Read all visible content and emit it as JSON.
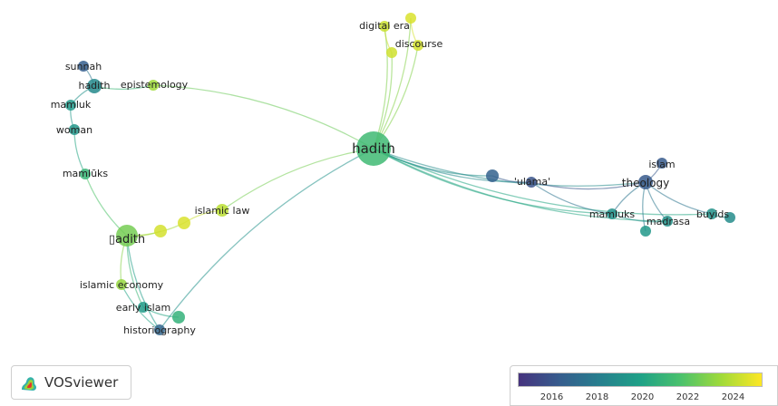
{
  "app": {
    "name": "VOSviewer",
    "icon": "vosviewer-logo-icon"
  },
  "network": {
    "nodes": [
      {
        "id": "hadith_main",
        "label": "hadith",
        "year": 2021.3,
        "weight": 5
      },
      {
        "id": "digital_era",
        "label": "digital era",
        "year": 2024.3,
        "weight": 1
      },
      {
        "id": "digital_era_b",
        "label": "",
        "year": 2024.6,
        "weight": 1
      },
      {
        "id": "discourse",
        "label": "discourse",
        "year": 2024.4,
        "weight": 1
      },
      {
        "id": "discourse_b",
        "label": "",
        "year": 2024.5,
        "weight": 1
      },
      {
        "id": "sunnah",
        "label": "sunnah",
        "year": 2016.4,
        "weight": 1
      },
      {
        "id": "hadith_small",
        "label": "hadith",
        "year": 2018.7,
        "weight": 2
      },
      {
        "id": "epistemology",
        "label": "epistemology",
        "year": 2023.5,
        "weight": 1
      },
      {
        "id": "mamluk",
        "label": "mamluk",
        "year": 2019.5,
        "weight": 1
      },
      {
        "id": "woman",
        "label": "woman",
        "year": 2019.3,
        "weight": 1
      },
      {
        "id": "mamluks_left",
        "label": "mamlūks",
        "year": 2021.0,
        "weight": 1
      },
      {
        "id": "islamic_law",
        "label": "islamic law",
        "year": 2024.0,
        "weight": 1
      },
      {
        "id": "il_b",
        "label": "",
        "year": 2024.6,
        "weight": 1
      },
      {
        "id": "il_c",
        "label": "",
        "year": 2024.5,
        "weight": 1
      },
      {
        "id": "hadith_special",
        "label": "▯adith",
        "year": 2022.6,
        "weight": 3
      },
      {
        "id": "islamic_economy",
        "label": "islamic economy",
        "year": 2023.3,
        "weight": 1
      },
      {
        "id": "early_islam",
        "label": "early islam",
        "year": 2019.6,
        "weight": 1
      },
      {
        "id": "historiography",
        "label": "historiography",
        "year": 2016.8,
        "weight": 1
      },
      {
        "id": "hist_b",
        "label": "",
        "year": 2020.8,
        "weight": 1
      },
      {
        "id": "ulama_b",
        "label": "",
        "year": 2016.6,
        "weight": 1
      },
      {
        "id": "ulama",
        "label": "'ulama'",
        "year": 2015.9,
        "weight": 1
      },
      {
        "id": "theology",
        "label": "theology",
        "year": 2016.2,
        "weight": 2
      },
      {
        "id": "islam",
        "label": "islam",
        "year": 2016.2,
        "weight": 1
      },
      {
        "id": "mamluks_right",
        "label": "mamluks",
        "year": 2019.0,
        "weight": 1
      },
      {
        "id": "madrasa",
        "label": "madrasa",
        "year": 2019.1,
        "weight": 1
      },
      {
        "id": "madrasa_b",
        "label": "",
        "year": 2019.4,
        "weight": 1
      },
      {
        "id": "buyids",
        "label": "buyids",
        "year": 2019.0,
        "weight": 1
      },
      {
        "id": "buyids_b",
        "label": "",
        "year": 2018.8,
        "weight": 1
      }
    ],
    "links": [
      [
        "hadith_main",
        "digital_era"
      ],
      [
        "hadith_main",
        "digital_era_b"
      ],
      [
        "hadith_main",
        "discourse"
      ],
      [
        "hadith_main",
        "discourse_b"
      ],
      [
        "hadith_main",
        "epistemology"
      ],
      [
        "hadith_main",
        "islamic_law"
      ],
      [
        "hadith_main",
        "historiography"
      ],
      [
        "hadith_main",
        "ulama_b"
      ],
      [
        "hadith_main",
        "ulama"
      ],
      [
        "hadith_main",
        "theology"
      ],
      [
        "hadith_main",
        "buyids"
      ],
      [
        "hadith_main",
        "mamluks_right"
      ],
      [
        "hadith_main",
        "madrasa"
      ],
      [
        "digital_era",
        "discourse"
      ],
      [
        "digital_era_b",
        "discourse_b"
      ],
      [
        "hadith_small",
        "sunnah"
      ],
      [
        "hadith_small",
        "epistemology"
      ],
      [
        "hadith_small",
        "mamluk"
      ],
      [
        "mamluk",
        "woman"
      ],
      [
        "woman",
        "mamluks_left"
      ],
      [
        "mamluks_left",
        "hadith_special"
      ],
      [
        "hadith_special",
        "il_c"
      ],
      [
        "hadith_special",
        "il_b"
      ],
      [
        "hadith_special",
        "islamic_economy"
      ],
      [
        "hadith_special",
        "early_islam"
      ],
      [
        "hadith_special",
        "historiography"
      ],
      [
        "islamic_law",
        "il_b"
      ],
      [
        "early_islam",
        "hist_b"
      ],
      [
        "islamic_economy",
        "historiography"
      ],
      [
        "ulama_b",
        "ulama"
      ],
      [
        "ulama",
        "theology"
      ],
      [
        "theology",
        "islam"
      ],
      [
        "theology",
        "mamluks_right"
      ],
      [
        "theology",
        "madrasa"
      ],
      [
        "theology",
        "buyids"
      ],
      [
        "theology",
        "madrasa_b"
      ],
      [
        "buyids",
        "buyids_b"
      ],
      [
        "mamluks_right",
        "madrasa"
      ],
      [
        "ulama",
        "mamluks_right"
      ]
    ]
  },
  "legend": {
    "min_year": 2014.5,
    "max_year": 2025.3,
    "ticks": [
      "2016",
      "2018",
      "2020",
      "2022",
      "2024"
    ],
    "tick_years": [
      2016,
      2018,
      2020,
      2022,
      2024
    ],
    "colors": [
      "#46337e",
      "#365c8d",
      "#277f8e",
      "#1fa187",
      "#4ac16d",
      "#a0da39",
      "#fde725"
    ]
  }
}
